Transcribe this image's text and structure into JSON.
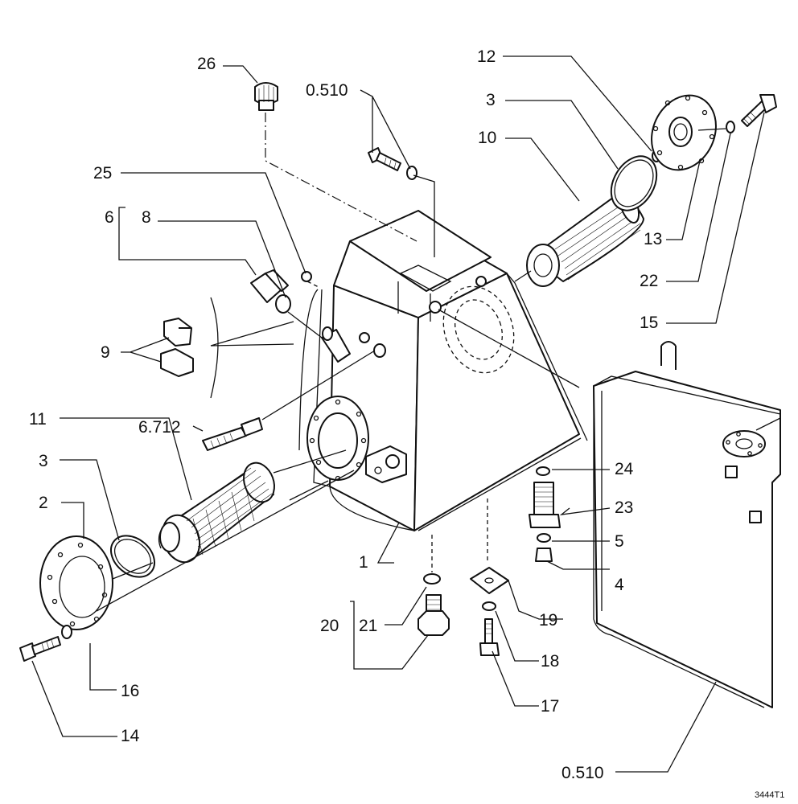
{
  "drawing_code": "3444T1",
  "callouts": [
    {
      "id": "c26",
      "text": "26"
    },
    {
      "id": "c0510a",
      "text": "0.510"
    },
    {
      "id": "c12",
      "text": "12"
    },
    {
      "id": "c3a",
      "text": "3"
    },
    {
      "id": "c10",
      "text": "10"
    },
    {
      "id": "c25",
      "text": "25"
    },
    {
      "id": "c6",
      "text": "6"
    },
    {
      "id": "c8",
      "text": "8"
    },
    {
      "id": "c13",
      "text": "13"
    },
    {
      "id": "c22",
      "text": "22"
    },
    {
      "id": "c9",
      "text": "9"
    },
    {
      "id": "c15",
      "text": "15"
    },
    {
      "id": "c11",
      "text": "11"
    },
    {
      "id": "c6712",
      "text": "6.712"
    },
    {
      "id": "c3b",
      "text": "3"
    },
    {
      "id": "c24",
      "text": "24"
    },
    {
      "id": "c2",
      "text": "2"
    },
    {
      "id": "c23",
      "text": "23"
    },
    {
      "id": "c5",
      "text": "5"
    },
    {
      "id": "c1",
      "text": "1"
    },
    {
      "id": "c4",
      "text": "4"
    },
    {
      "id": "c20",
      "text": "20"
    },
    {
      "id": "c21",
      "text": "21"
    },
    {
      "id": "c19",
      "text": "19"
    },
    {
      "id": "c18",
      "text": "18"
    },
    {
      "id": "c16",
      "text": "16"
    },
    {
      "id": "c17",
      "text": "17"
    },
    {
      "id": "c14",
      "text": "14"
    },
    {
      "id": "c0510b",
      "text": "0.510"
    }
  ]
}
